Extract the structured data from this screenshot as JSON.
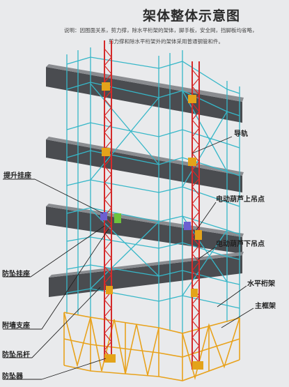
{
  "title": "架体整体示意图",
  "description": {
    "line1": "说明：因图面关系，剪力撑，除水平桁架的架体，脚手板，安全网，挡脚板均省略，",
    "line2": "剪力撑和除水平桁架外的架体采用普通钢管和件。"
  },
  "labels": {
    "guide_rail": "导轨",
    "lifting_seat": "提升挂座",
    "hoist_upper_point": "电动葫芦上吊点",
    "hoist_lower_point": "电动葫芦下吊点",
    "anti_fall_seat": "防坠挂座",
    "horizontal_truss": "水平桁架",
    "wall_support": "附墙支座",
    "main_frame": "主框架",
    "anti_fall_rod": "防坠吊杆",
    "anti_fall_device": "防坠器"
  },
  "colors": {
    "scaffold": "#36b7c8",
    "main_frame": "#d42a2a",
    "truss": "#e8a21c",
    "beam": "#4a4c50",
    "seat": "#e3a31a",
    "seat_purple": "#6c5fd0",
    "seat_green": "#6ec23c"
  }
}
